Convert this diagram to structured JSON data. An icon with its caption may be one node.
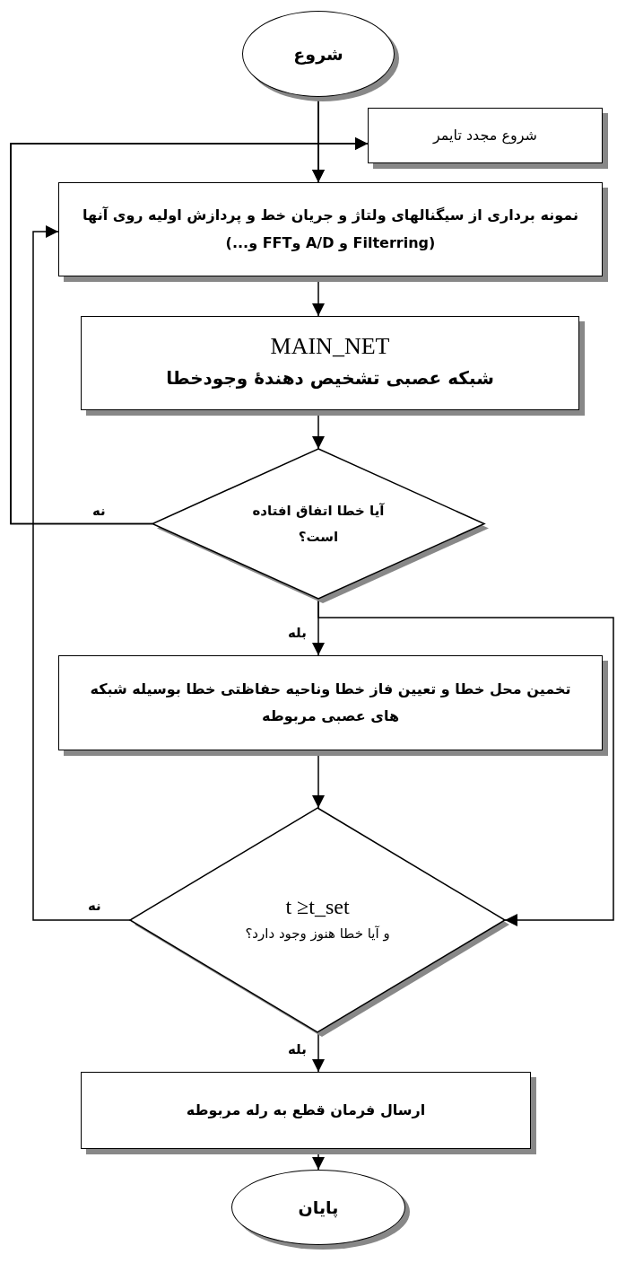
{
  "diagram": {
    "nodes": [
      {
        "text": [
          "شروع"
        ]
      },
      {
        "text": [
          "شروع مجدد  تایمر"
        ]
      },
      {
        "text": [
          "نمونه برداری از سیگنالهای ولتاژ و جریان خط و پردازش اولیه روی آنها (Filterring و A/D وFFT و...)"
        ]
      },
      {
        "text": [
          "MAIN_NET",
          "شبکه عصبی تشخیص دهندهٔ وجودخطا"
        ]
      },
      {
        "text": [
          "آیا خطا اتفاق افتاده است؟"
        ]
      },
      {
        "text": [
          "تخمین محل خطا و تعیین فاز خطا وناحیه حفاظتی خطا بوسیله شبکه های عصبی مربوطه"
        ]
      },
      {
        "text": [
          "t ≥t_set",
          "و آیا خطا هنوز وجود دارد؟"
        ]
      },
      {
        "text": [
          "ارسال فرمان قطع به رله مربوطه"
        ]
      },
      {
        "text": [
          "پایان"
        ]
      }
    ],
    "edges": [
      {
        "from": 0,
        "to": 1,
        "arrow": "to"
      },
      {
        "from": 0,
        "to": 2,
        "arrow": "to"
      },
      {
        "from": 4,
        "to": 2,
        "arrow": "to",
        "label": "نه"
      },
      {
        "from": 4,
        "to": 1,
        "arrow": "to"
      },
      {
        "from": 2,
        "to": 3,
        "arrow": "to"
      },
      {
        "from": 3,
        "to": 4,
        "arrow": "to"
      },
      {
        "from": 4,
        "to": 5,
        "arrow": "to",
        "label": "بله"
      },
      {
        "from": 4,
        "to": 6,
        "arrow": "to"
      },
      {
        "from": 5,
        "to": 6,
        "arrow": "to"
      },
      {
        "from": 6,
        "to": 2,
        "arrow": "to",
        "label": "نه"
      },
      {
        "from": 6,
        "to": 7,
        "arrow": "to",
        "label": "بله"
      },
      {
        "from": 7,
        "to": 8,
        "arrow": "to"
      }
    ]
  }
}
